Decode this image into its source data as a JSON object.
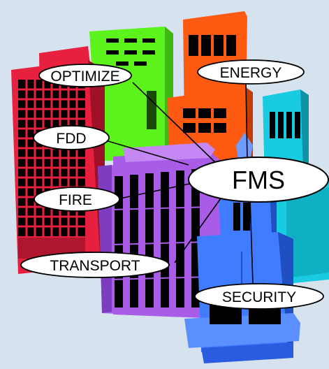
{
  "hub": {
    "label": "FMS"
  },
  "nodes": [
    {
      "id": "optimize",
      "label": "OPTIMIZE"
    },
    {
      "id": "energy",
      "label": "ENERGY"
    },
    {
      "id": "fdd",
      "label": "FDD"
    },
    {
      "id": "fire",
      "label": "FIRE"
    },
    {
      "id": "transport",
      "label": "TRANSPORT"
    },
    {
      "id": "security",
      "label": "SECURITY"
    }
  ],
  "colors": {
    "background": "#d7e2ef",
    "red_building": "#e8203f",
    "green_building": "#5cf21c",
    "orange_building": "#ff5a12",
    "cyan_building": "#19cbe0",
    "purple_building": "#a85ce8",
    "blue_tower": "#3f7cff",
    "windows": "#000000",
    "bubble_fill": "#ffffff",
    "bubble_stroke": "#000000"
  }
}
